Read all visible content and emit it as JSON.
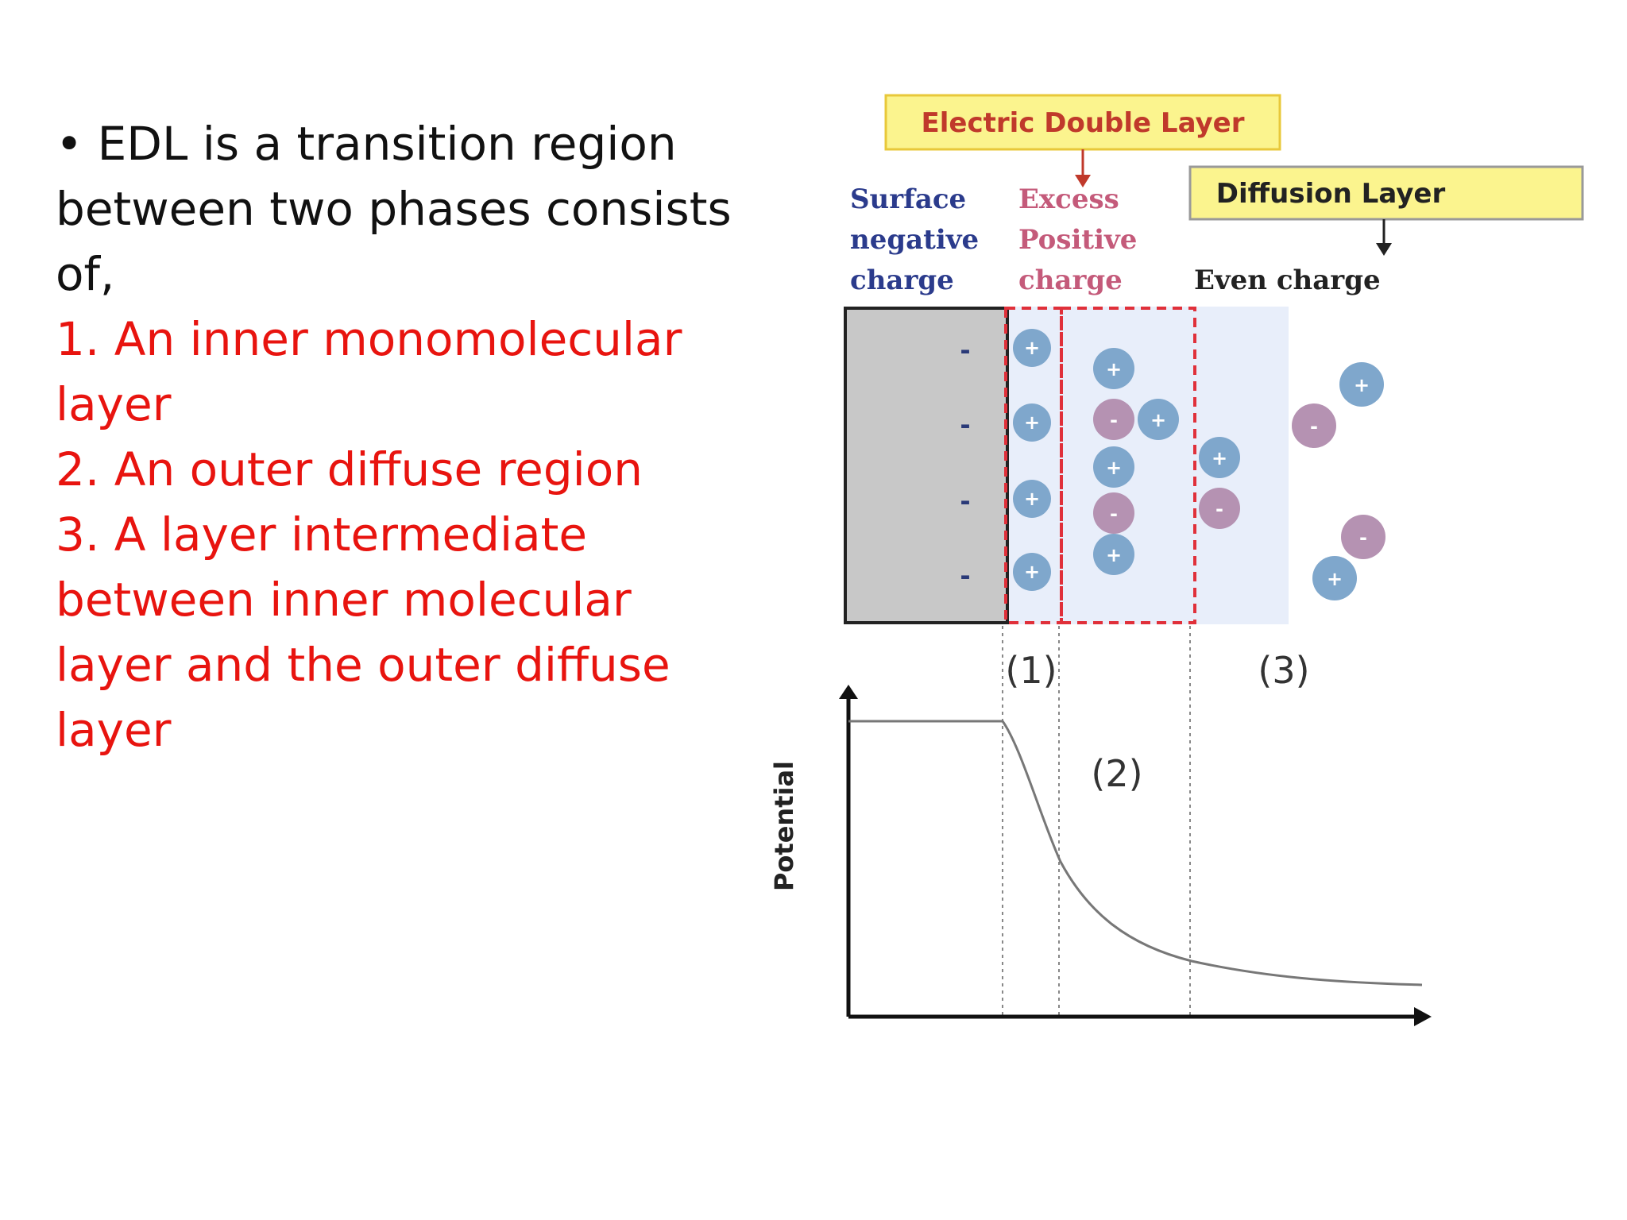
{
  "text": {
    "intro": "• EDL is a transition region between two phases consists of,",
    "items": [
      "1. An inner monomolecular layer",
      "2. An outer diffuse region",
      "3. A layer intermediate between inner molecular layer and the outer diffuse layer"
    ]
  },
  "figure": {
    "edl_label": "Electric Double Layer",
    "diffusion_label": "Diffusion Layer",
    "surface_label": [
      "Surface",
      "negative",
      "charge"
    ],
    "excess_label": [
      "Excess",
      "Positive",
      "charge"
    ],
    "even_label": "Even charge",
    "region_labels": [
      "(1)",
      "(2)",
      "(3)"
    ],
    "y_axis_label": "Potential",
    "surface_sign": "-",
    "positive_sign": "+",
    "negative_sign": "-"
  },
  "colors": {
    "text": "#111111",
    "list_text": "#e8140f",
    "label_box_fill": "#fbf48e",
    "edl_box_border": "#e8c83a",
    "surface_label": "#2b3b8c",
    "excess_label": "#c45a7a",
    "region_dash": "#e0303a",
    "electrode_fill": "#c8c8c8",
    "cation": "#7fa7cc",
    "anion": "#b592b2",
    "solution_bg": "#e8eefa"
  }
}
